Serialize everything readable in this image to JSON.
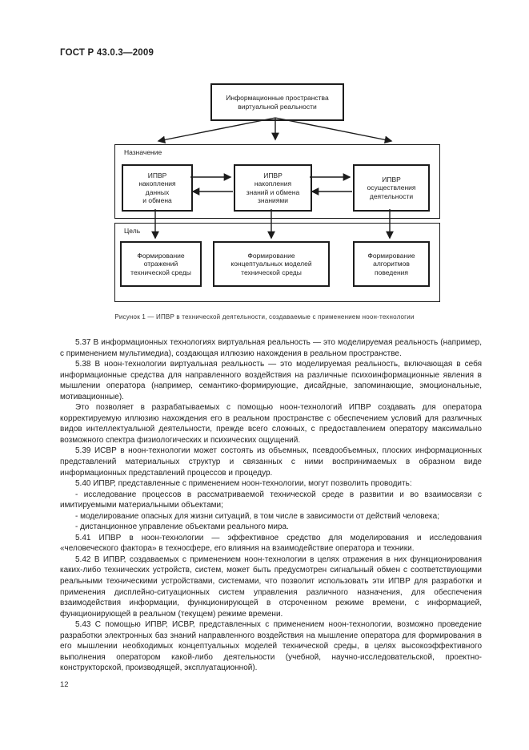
{
  "doc": {
    "standard_code": "ГОСТ Р 43.0.3—2009",
    "page_number": "12"
  },
  "figure": {
    "root_box": "Информационные пространства\nвиртуальной реальности",
    "purpose_group": {
      "label": "Назначение",
      "boxes": [
        "ИПВР\nнакопления\nданных\nи обмена",
        "ИПВР\nнакопления\nзнаний и обмена\nзнаниями",
        "ИПВР\nосуществления\nдеятельности"
      ]
    },
    "goal_group": {
      "label": "Цель",
      "boxes": [
        "Формирование\nотражений\nтехнической среды",
        "Формирование\nконцептуальных моделей\nтехнической среды",
        "Формирование\nалгоритмов\nповедения"
      ]
    },
    "caption": "Рисунок 1 — ИПВР в технической деятельности, создаваемые с применением ноон-технологии",
    "connector_color": "#1c1c1c"
  },
  "body": {
    "paragraphs": [
      "5.37  В информационных технологиях виртуальная реальность — это моделируемая реальность (например, с применением мультимедиа), создающая иллюзию нахождения в реальном пространстве.",
      "5.38  В ноон-технологии виртуальная реальность — это моделируемая реальность, включающая в себя информационные средства для направленного воздействия на различные психоинформационные явления в мышлении оператора (например, семантико-формирующие, дисайдные, запоминающие, эмоциональные, мотивационные).",
      "Это позволяет в разрабатываемых с помощью ноон-технологий ИПВР создавать для оператора корректируемую иллюзию нахождения его в реальном пространстве с обеспечением условий для различных видов интеллектуальной деятельности, прежде всего сложных, с предоставлением оператору максимально возможного спектра физиологических и психических ощущений.",
      "5.39  ИСВР в ноон-технологии может состоять из объемных, псевдообъемных, плоских информационных представлений материальных структур и связанных с ними воспринимаемых в образном виде информационных представлений процессов и процедур.",
      "5.40  ИПВР, представленные с применением ноон-технологии, могут позволить проводить:",
      "- исследование процессов в рассматриваемой технической среде в развитии и во взаимосвязи с имитируемыми материальными объектами;",
      "- моделирование опасных для жизни ситуаций, в том числе в зависимости от действий человека;",
      "- дистанционное управление объектами реального мира.",
      "5.41  ИПВР в ноон-технологии — эффективное средство для моделирования и исследования «человеческого фактора» в техносфере, его влияния на взаимодействие оператора и техники.",
      "5.42  В ИПВР, создаваемых с применением ноон-технологии в целях отражения в них функционирования каких-либо технических устройств, систем, может быть предусмотрен сигнальный обмен с соответствующими реальными техническими устройствами, системами, что позволит использовать эти ИПВР для разработки и применения дисплейно-ситуационных систем управления различного назначения, для обеспечения взаимодействия информации, функционирующей в отсроченном режиме времени, с информацией, функционирующей в реальном (текущем) режиме времени.",
      "5.43  С помощью ИПВР, ИСВР, представленных с применением ноон-технологии, возможно проведение разработки электронных баз знаний направленного воздействия на мышление оператора для формирования в его мышлении необходимых концептуальных моделей технической среды, в целях высокоэффективного выполнения оператором какой-либо деятельности (учебной, научно-исследовательской, проектно-конструкторской, производящей, эксплуатационной)."
    ]
  }
}
